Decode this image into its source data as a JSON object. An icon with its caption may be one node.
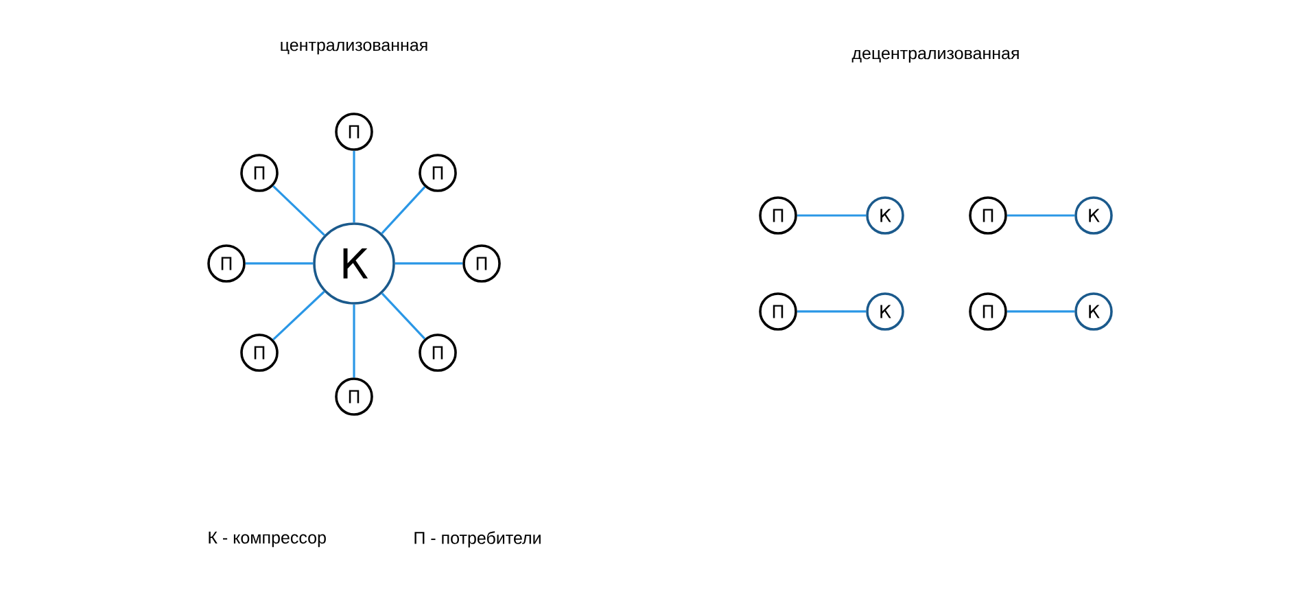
{
  "diagram": {
    "nodes": [
      {
        "text": [
          "К"
        ]
      },
      {
        "text": [
          "П"
        ]
      },
      {
        "text": [
          "П"
        ]
      },
      {
        "text": [
          "П"
        ]
      },
      {
        "text": [
          "П"
        ]
      },
      {
        "text": [
          "П"
        ]
      },
      {
        "text": [
          "П"
        ]
      },
      {
        "text": [
          "П"
        ]
      },
      {
        "text": [
          "П"
        ]
      },
      {
        "text": [
          "П"
        ]
      },
      {
        "text": [
          "К"
        ]
      },
      {
        "text": [
          "П"
        ]
      },
      {
        "text": [
          "К"
        ]
      },
      {
        "text": [
          "П"
        ]
      },
      {
        "text": [
          "К"
        ]
      },
      {
        "text": [
          "П"
        ]
      },
      {
        "text": [
          "К"
        ]
      }
    ],
    "edges": [
      {
        "from": 1,
        "to": 0,
        "arrow": "none"
      },
      {
        "from": 2,
        "to": 0,
        "arrow": "none"
      },
      {
        "from": 3,
        "to": 0,
        "arrow": "none"
      },
      {
        "from": 4,
        "to": 0,
        "arrow": "none"
      },
      {
        "from": 5,
        "to": 0,
        "arrow": "none"
      },
      {
        "from": 6,
        "to": 0,
        "arrow": "none"
      },
      {
        "from": 7,
        "to": 0,
        "arrow": "none"
      },
      {
        "from": 8,
        "to": 0,
        "arrow": "none"
      },
      {
        "from": 9,
        "to": 10,
        "arrow": "none"
      },
      {
        "from": 11,
        "to": 12,
        "arrow": "none"
      },
      {
        "from": 13,
        "to": 14,
        "arrow": "none"
      },
      {
        "from": 15,
        "to": 16,
        "arrow": "none"
      }
    ],
    "labels": [
      "централизованная",
      "децентрализованная",
      "К - компрессор",
      "П - потребители"
    ]
  }
}
